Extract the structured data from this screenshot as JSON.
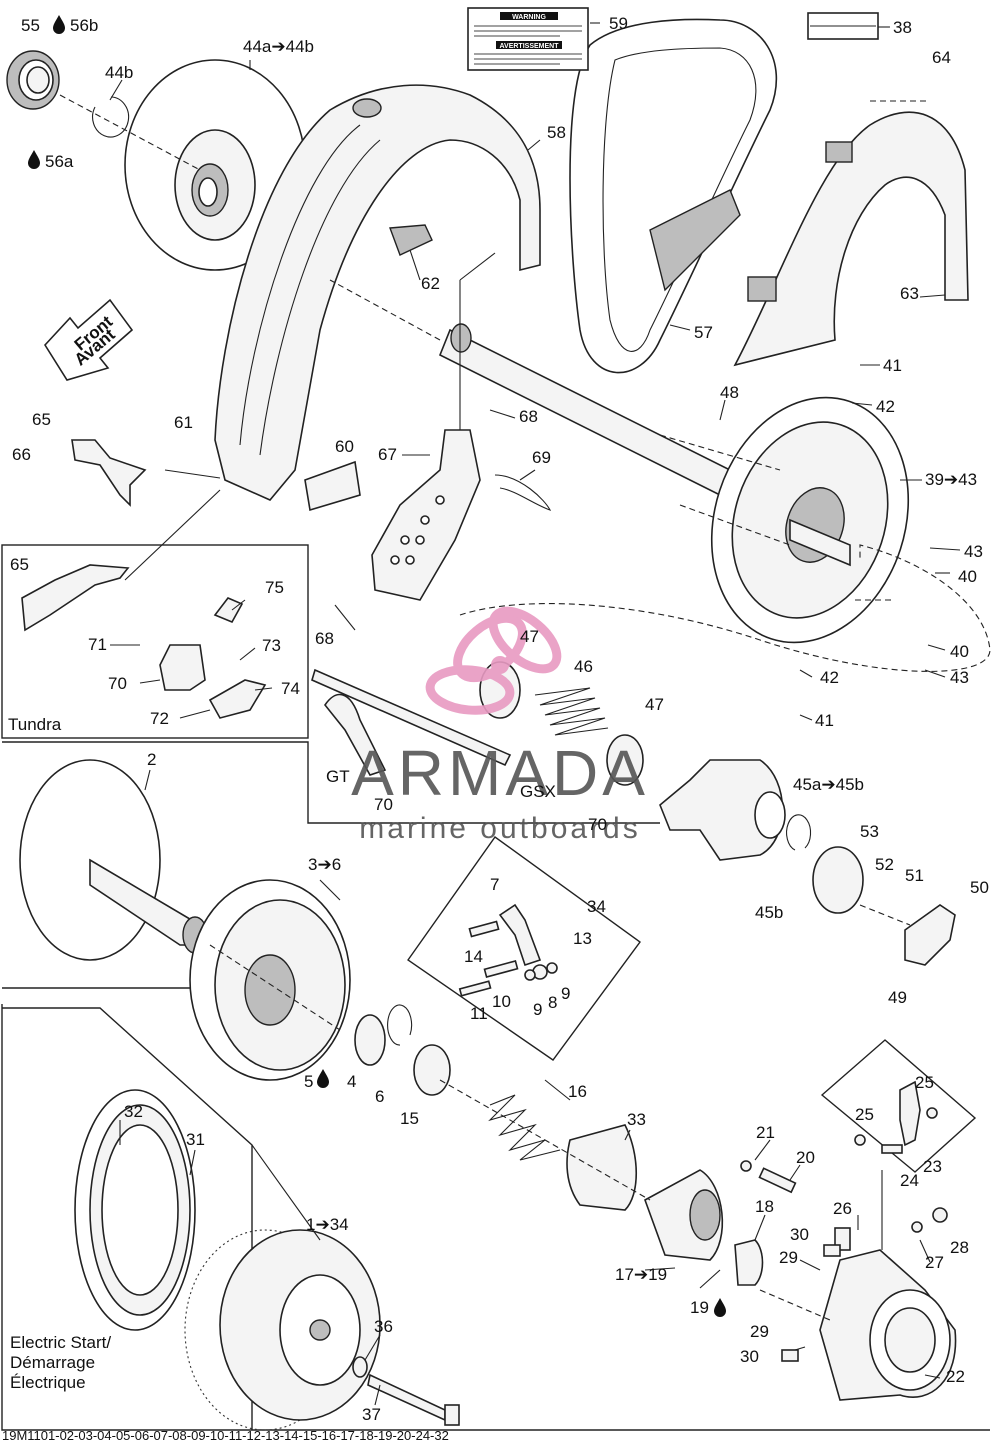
{
  "watermark": {
    "brand": "ARMADA",
    "tagline": "marine outboards"
  },
  "direction_arrow": {
    "line1": "Front",
    "line2": "Avant"
  },
  "warning_decal": {
    "heading1": "WARNING",
    "heading2": "AVERTISSEMENT"
  },
  "boxes": {
    "tundra": "Tundra",
    "electric_start_line1": "Electric Start/",
    "electric_start_line2": "Démarrage",
    "electric_start_line3": "Électrique"
  },
  "footer": "19M1101-02-03-04-05-06-07-08-09-10-11-12-13-14-15-16-17-18-19-20-24-32",
  "callouts": {
    "c55": "55",
    "c56b": "56b",
    "c56a": "56a",
    "c44ab": "44a➔44b",
    "c44b": "44b",
    "c59": "59",
    "c38": "38",
    "c64": "64",
    "c58": "58",
    "c62": "62",
    "c57": "57",
    "c63": "63",
    "c41a": "41",
    "c42a": "42",
    "c48": "48",
    "c61": "61",
    "c65a": "65",
    "c66": "66",
    "c60": "60",
    "c67": "67",
    "c68a": "68",
    "c69": "69",
    "c3943": "39➔43",
    "c43a": "43",
    "c40a": "40",
    "c40b": "40",
    "c42b": "42",
    "c43b": "43",
    "c41b": "41",
    "c65b": "65",
    "c75": "75",
    "c71": "71",
    "c73": "73",
    "c70a": "70",
    "c74": "74",
    "c72": "72",
    "c68b": "68",
    "c47a": "47",
    "c46": "46",
    "c47b": "47",
    "c45ab": "45a➔45b",
    "cGT": "GT",
    "c70b": "70",
    "cGSX": "GSX",
    "c70c": "70",
    "c2": "2",
    "c36": "3➔6",
    "c53": "53",
    "c52": "52",
    "c51": "51",
    "c50": "50",
    "c45b": "45b",
    "c49": "49",
    "c7": "7",
    "c34": "34",
    "c13": "13",
    "c14": "14",
    "c10": "10",
    "c9a": "9",
    "c8": "8",
    "c9b": "9",
    "c11": "11",
    "c5": "5",
    "c4": "4",
    "c6": "6",
    "c15": "15",
    "c16": "16",
    "c33": "33",
    "c25a": "25",
    "c25b": "25",
    "c23": "23",
    "c24": "24",
    "c21": "21",
    "c20": "20",
    "c32": "32",
    "c31": "31",
    "c134": "1➔34",
    "c18": "18",
    "c26": "26",
    "c30a": "30",
    "c29a": "29",
    "c27": "27",
    "c28": "28",
    "c1719": "17➔19",
    "c19": "19",
    "c29b": "29",
    "c30b": "30",
    "c22": "22",
    "c36b": "36",
    "c37": "37"
  },
  "colors": {
    "line": "#222222",
    "watermark_logo": "#e89ac2",
    "watermark_text": "#555555"
  }
}
